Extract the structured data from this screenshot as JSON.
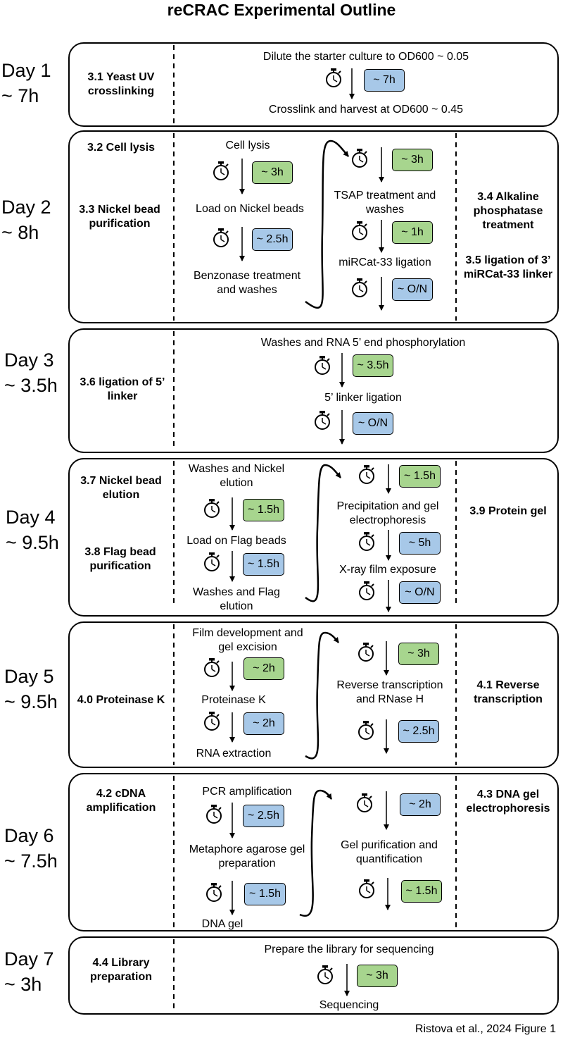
{
  "title": "reCRAC Experimental Outline",
  "credit": "Ristova et al., 2024 Figure 1",
  "colors": {
    "green_box": "#a7d58e",
    "blue_box": "#a7c8e8",
    "line": "#000000"
  },
  "icons": [
    "stopwatch-icon",
    "down-arrow",
    "curved-arrow"
  ],
  "days": [
    {
      "day": "Day 1",
      "time": "~ 7h",
      "sections": [
        "3.1 Yeast UV crosslinking"
      ],
      "steps": [
        "Dilute the starter culture to OD600 ~ 0.05",
        "Crosslink and harvest at OD600 ~ 0.45"
      ],
      "durations": [
        {
          "label": "~ 7h",
          "color": "blue"
        }
      ]
    },
    {
      "day": "Day 2",
      "time": "~ 8h",
      "sections": [
        "3.2 Cell lysis",
        "3.3 Nickel bead purification",
        "3.4 Alkaline phosphatase treatment",
        "3.5 ligation of 3’ miRCat-33 linker"
      ],
      "steps": [
        "Cell lysis",
        "Load on Nickel beads",
        "Benzonase treatment and washes",
        "TSAP treatment and washes",
        "miRCat-33 ligation"
      ],
      "durations": [
        {
          "label": "~ 3h",
          "color": "green"
        },
        {
          "label": "~ 2.5h",
          "color": "blue"
        },
        {
          "label": "~ 3h",
          "color": "green"
        },
        {
          "label": "~ 1h",
          "color": "green"
        },
        {
          "label": "~ O/N",
          "color": "blue"
        }
      ]
    },
    {
      "day": "Day 3",
      "time": "~ 3.5h",
      "sections": [
        "3.6 ligation of 5’ linker"
      ],
      "steps": [
        "Washes and RNA 5’ end phosphorylation",
        "5’ linker ligation"
      ],
      "durations": [
        {
          "label": "~ 3.5h",
          "color": "green"
        },
        {
          "label": "~ O/N",
          "color": "blue"
        }
      ]
    },
    {
      "day": "Day 4",
      "time": "~ 9.5h",
      "sections": [
        "3.7 Nickel bead elution",
        "3.8 Flag bead purification",
        "3.9 Protein gel"
      ],
      "steps": [
        "Washes and Nickel elution",
        "Load on Flag beads",
        "Washes and Flag elution",
        "Precipitation and gel electrophoresis",
        "X-ray film exposure"
      ],
      "durations": [
        {
          "label": "~ 1.5h",
          "color": "green"
        },
        {
          "label": "~ 1.5h",
          "color": "blue"
        },
        {
          "label": "~ 1.5h",
          "color": "green"
        },
        {
          "label": "~ 5h",
          "color": "blue"
        },
        {
          "label": "~ O/N",
          "color": "blue"
        }
      ]
    },
    {
      "day": "Day 5",
      "time": "~ 9.5h",
      "sections": [
        "4.0 Proteinase K",
        "4.1 Reverse transcription"
      ],
      "steps": [
        "Film development and gel excision",
        "Proteinase K",
        "RNA extraction",
        "Reverse transcription and RNase H"
      ],
      "durations": [
        {
          "label": "~ 2h",
          "color": "green"
        },
        {
          "label": "~ 2h",
          "color": "blue"
        },
        {
          "label": "~ 3h",
          "color": "green"
        },
        {
          "label": "~ 2.5h",
          "color": "blue"
        }
      ]
    },
    {
      "day": "Day 6",
      "time": "~ 7.5h",
      "sections": [
        "4.2 cDNA amplification",
        "4.3 DNA gel electrophoresis"
      ],
      "steps": [
        "PCR amplification",
        "Metaphore agarose gel preparation",
        "DNA gel",
        "Gel purification and quantification"
      ],
      "durations": [
        {
          "label": "~ 2.5h",
          "color": "blue"
        },
        {
          "label": "~ 1.5h",
          "color": "blue"
        },
        {
          "label": "~ 2h",
          "color": "blue"
        },
        {
          "label": "~ 1.5h",
          "color": "green"
        }
      ]
    },
    {
      "day": "Day 7",
      "time": "~ 3h",
      "sections": [
        "4.4 Library preparation"
      ],
      "steps": [
        "Prepare the library for sequencing",
        "Sequencing"
      ],
      "durations": [
        {
          "label": "~ 3h",
          "color": "green"
        }
      ]
    }
  ]
}
